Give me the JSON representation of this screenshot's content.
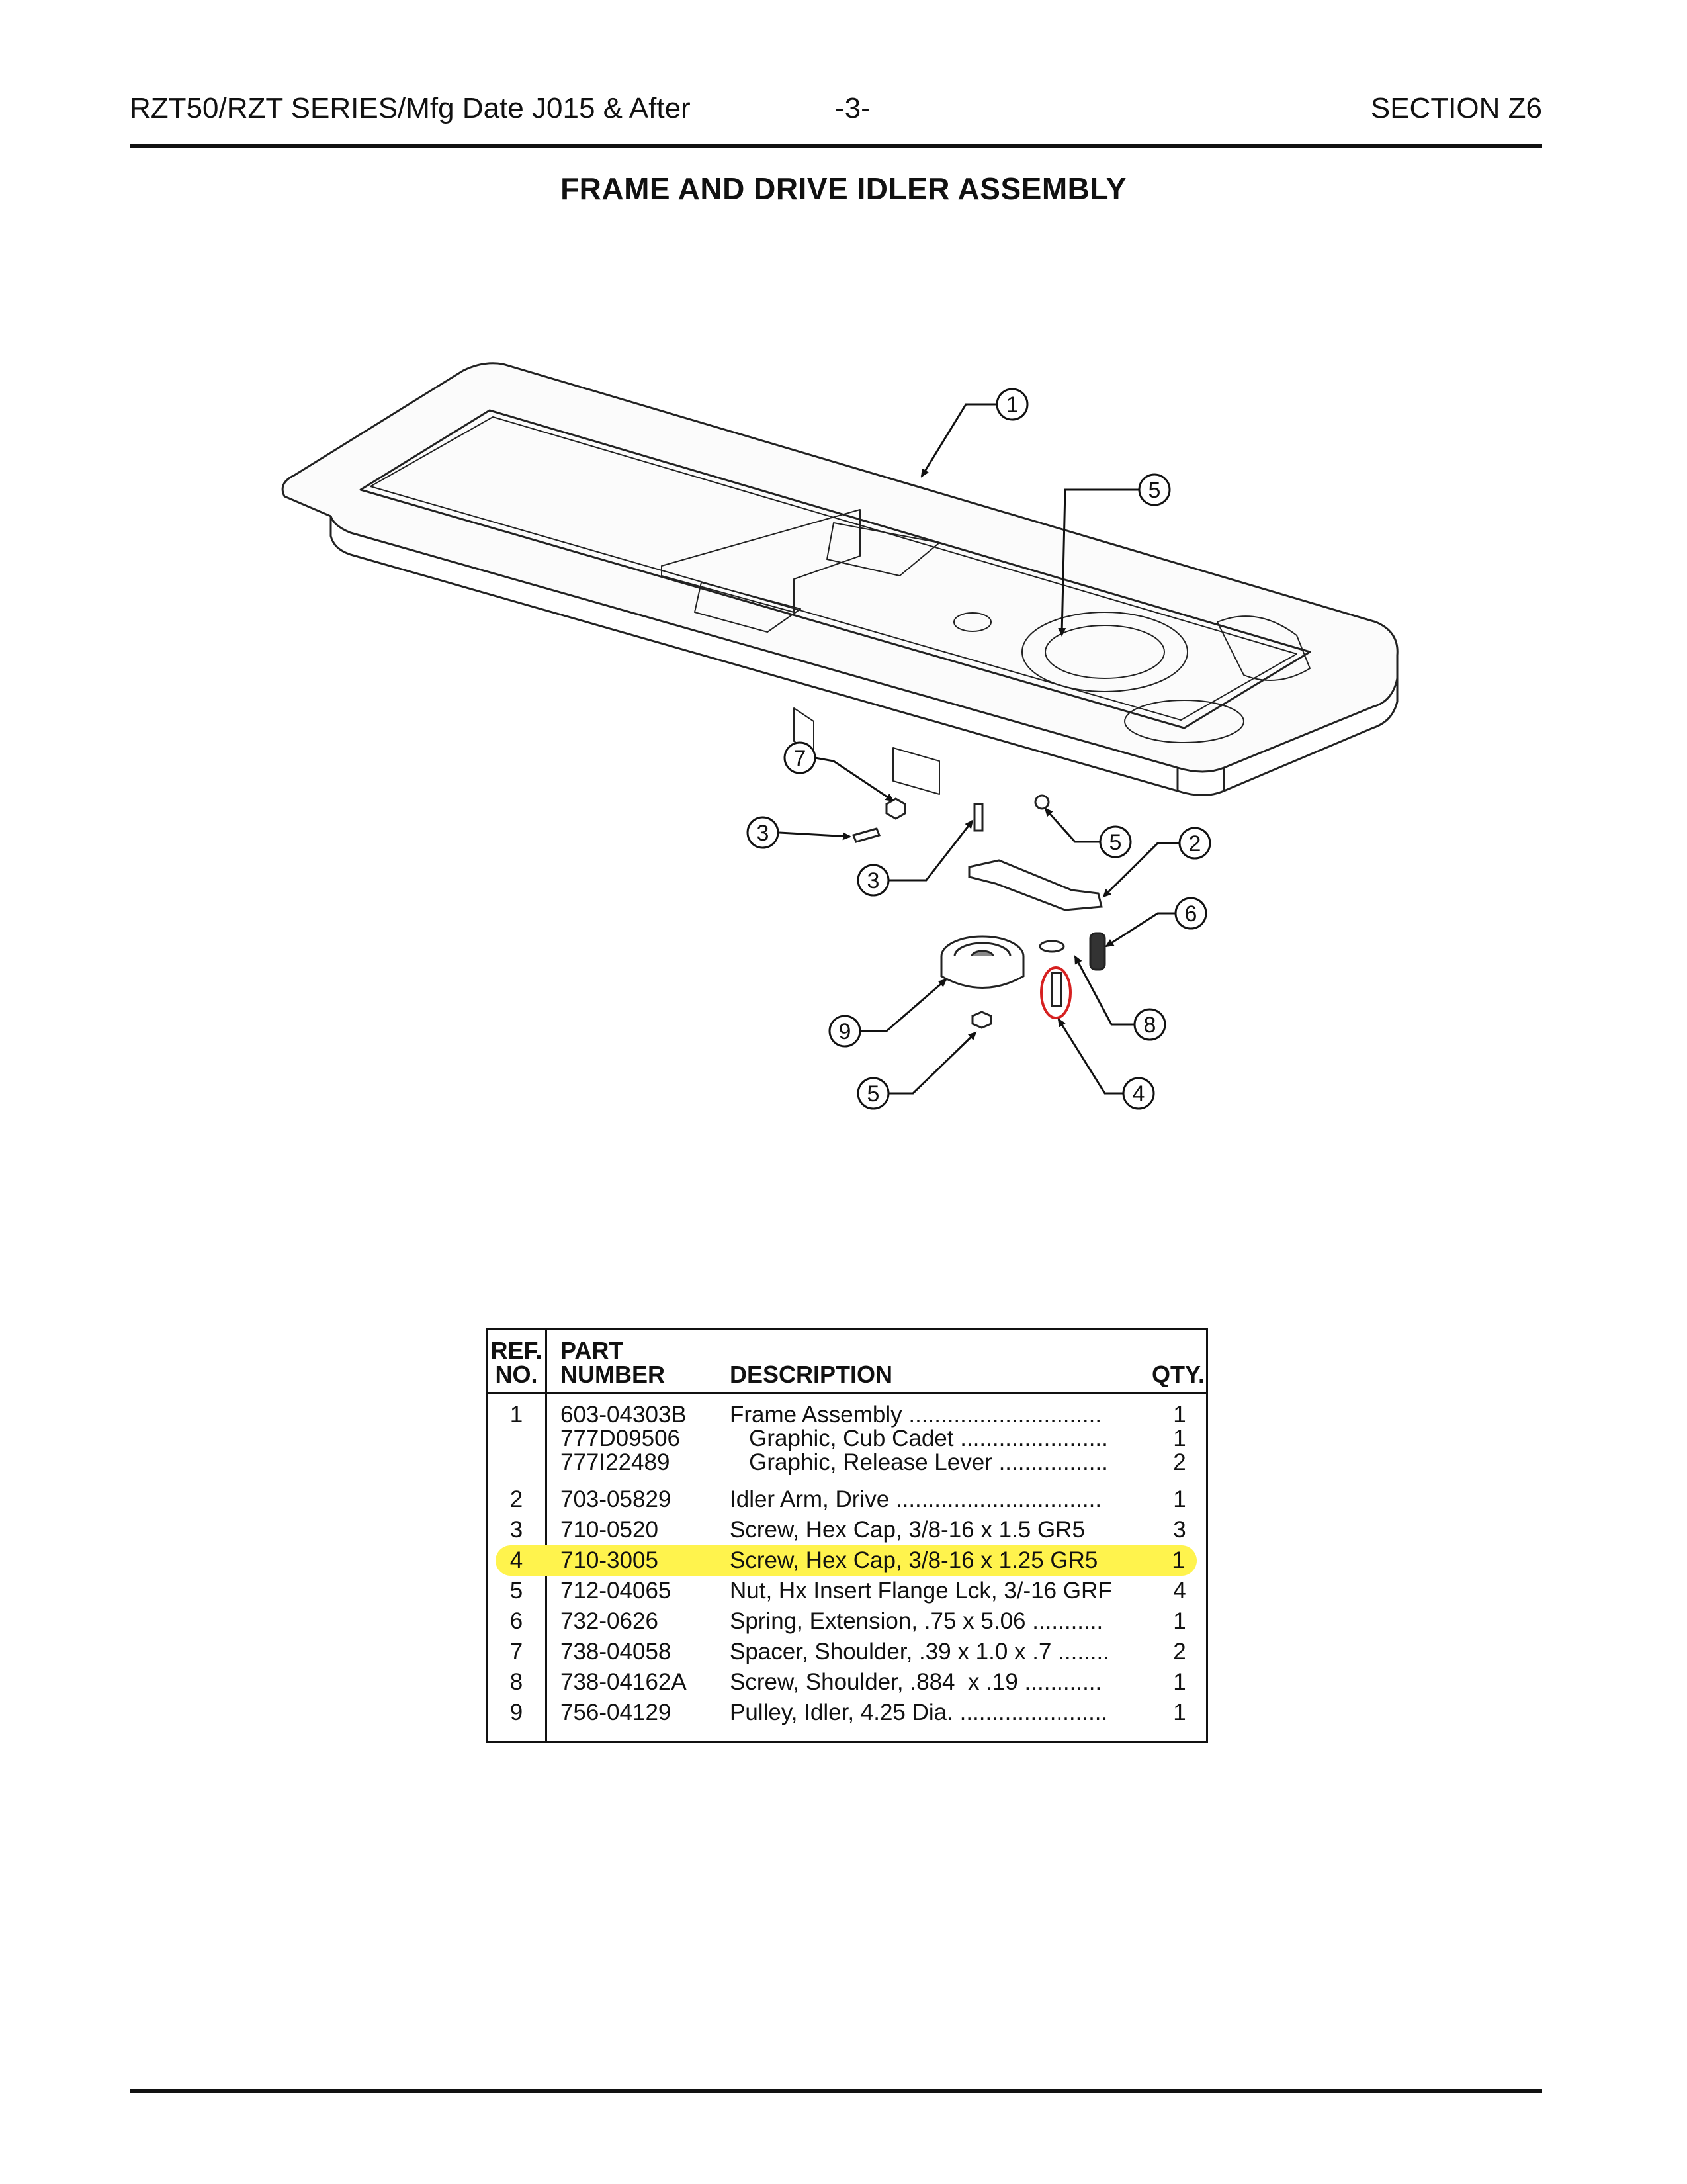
{
  "header": {
    "left": "RZT50/RZT SERIES/Mfg Date J015 & After",
    "center": "-3-",
    "right": "SECTION Z6"
  },
  "title": "FRAME AND DRIVE IDLER ASSEMBLY",
  "callouts": [
    "1",
    "5",
    "7",
    "3",
    "5",
    "2",
    "3",
    "6",
    "9",
    "8",
    "5",
    "4"
  ],
  "table": {
    "headers": {
      "ref_line1": "REF.",
      "ref_line2": "NO.",
      "part_line1": "PART",
      "part_line2": "NUMBER",
      "description": "DESCRIPTION",
      "qty": "QTY."
    },
    "rows": [
      {
        "ref": "1",
        "part": "603-04303B",
        "desc": "Frame Assembly ..............................",
        "qty": "1"
      },
      {
        "ref": "",
        "part": "777D09506",
        "desc": "   Graphic, Cub Cadet .......................",
        "qty": "1"
      },
      {
        "ref": "",
        "part": "777I22489",
        "desc": "   Graphic, Release Lever .................",
        "qty": "2"
      },
      {
        "ref": "2",
        "part": "703-05829",
        "desc": "Idler Arm, Drive ................................",
        "qty": "1"
      },
      {
        "ref": "3",
        "part": "710-0520",
        "desc": "Screw, Hex Cap, 3/8-16 x 1.5 GR5",
        "qty": "3"
      },
      {
        "ref": "4",
        "part": "710-3005",
        "desc": "Screw, Hex Cap, 3/8-16 x 1.25 GR5",
        "qty": "1"
      },
      {
        "ref": "5",
        "part": "712-04065",
        "desc": "Nut, Hx Insert Flange Lck, 3/-16 GRF",
        "qty": "4"
      },
      {
        "ref": "6",
        "part": "732-0626",
        "desc": "Spring, Extension, .75 x 5.06 ...........",
        "qty": "1"
      },
      {
        "ref": "7",
        "part": "738-04058",
        "desc": "Spacer, Shoulder, .39 x 1.0 x .7 ........",
        "qty": "2"
      },
      {
        "ref": "8",
        "part": "738-04162A",
        "desc": "Screw, Shoulder, .884  x .19 ............",
        "qty": "1"
      },
      {
        "ref": "9",
        "part": "756-04129",
        "desc": "Pulley, Idler, 4.25 Dia. .......................",
        "qty": "1"
      }
    ],
    "highlight_color": "#fff34d"
  }
}
